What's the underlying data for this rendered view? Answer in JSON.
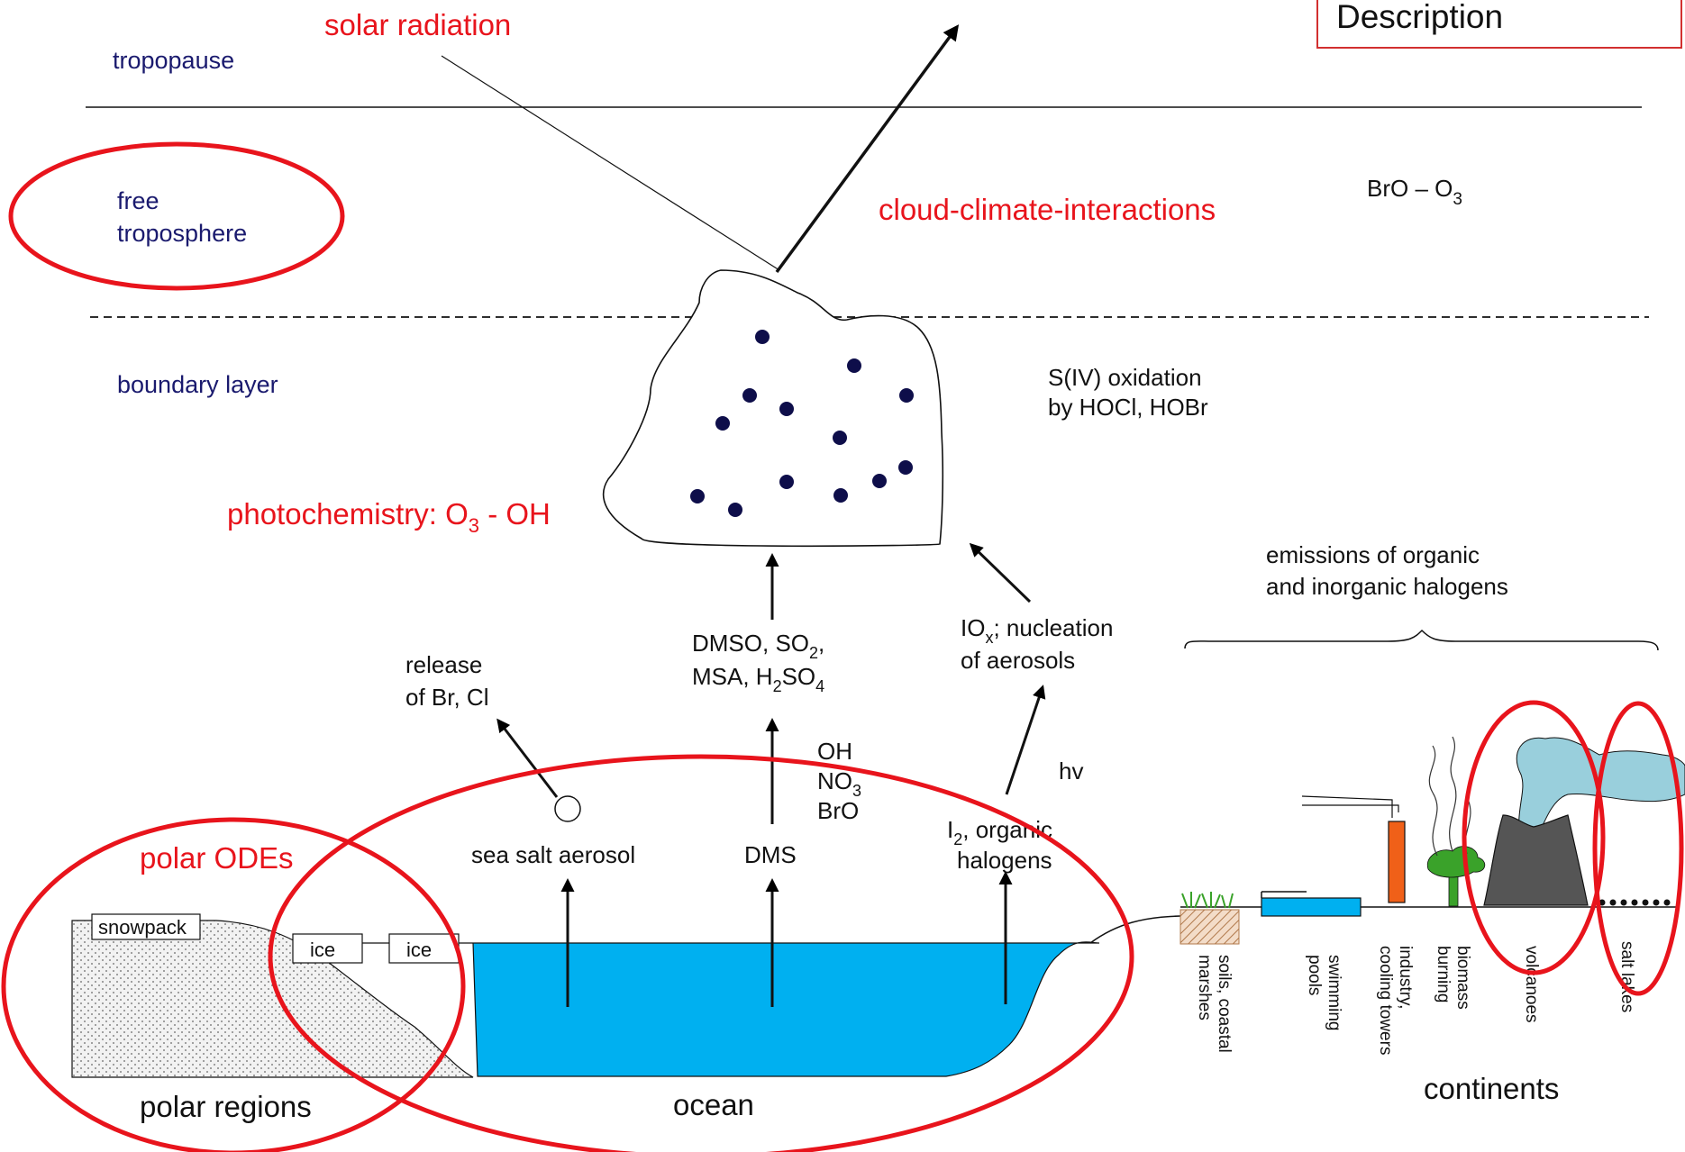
{
  "description_label": "Description",
  "layers": {
    "tropopause": "tropopause",
    "free_troposphere_1": "free",
    "free_troposphere_2": "troposphere",
    "boundary_layer": "boundary layer"
  },
  "red_labels": {
    "solar_radiation": "solar radiation",
    "cloud_climate": "cloud-climate-interactions",
    "photochemistry": "photochemistry: O",
    "photochemistry_sub": "3",
    "photochemistry_tail": " - OH",
    "polar_odes": "polar ODEs"
  },
  "chem": {
    "bro_o3": "BrO – O",
    "bro_o3_sub": "3",
    "siv_1": "S(IV) oxidation",
    "siv_2": "by HOCl, HOBr",
    "emissions_1": "emissions of organic",
    "emissions_2": "and inorganic halogens",
    "release_1": "release",
    "release_2": "of Br, Cl",
    "dmso_1a": "DMSO, SO",
    "dmso_1sub": "2",
    "dmso_1b": ",",
    "dmso_2a": "MSA, H",
    "dmso_2sub1": "2",
    "dmso_2b": "SO",
    "dmso_2sub2": "4",
    "iox_1a": "IO",
    "iox_1sub": "x",
    "iox_1b": "; nucleation",
    "iox_2": "of aerosols",
    "oh": "OH",
    "no3": "NO",
    "no3_sub": "3",
    "bro": "BrO",
    "hv": "hv",
    "sea_salt": "sea salt aerosol",
    "dms": "DMS",
    "i2_a": "I",
    "i2_sub": "2",
    "i2_b": ", organic",
    "halogens": "halogens"
  },
  "boxes": {
    "snowpack": "snowpack",
    "ice_1": "ice",
    "ice_2": "ice"
  },
  "sources": {
    "soils": [
      "soils, coastal",
      "marshes"
    ],
    "pools": [
      "swimming",
      "pools"
    ],
    "industry": [
      "industry,",
      "cooling towers"
    ],
    "biomass": [
      "biomass",
      "burning"
    ],
    "volcanoes": [
      "volcanoes"
    ],
    "salt_lakes": [
      "salt lakes"
    ]
  },
  "regions": {
    "polar": "polar regions",
    "ocean": "ocean",
    "continents": "continents"
  },
  "colors": {
    "highlight": "#e8141c",
    "ocean": "#00b0f0",
    "navy_text": "#1a1a6e",
    "droplet": "#0e0e4a",
    "chimney": "#f06018",
    "volcano": "#555555",
    "plume": "#99cfdc",
    "tree": "#3aa22a"
  }
}
